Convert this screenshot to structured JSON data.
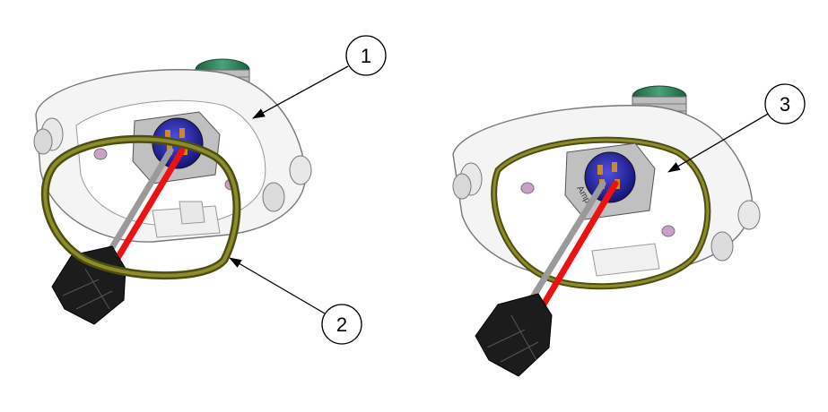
{
  "callouts": [
    {
      "id": "1",
      "label": "1"
    },
    {
      "id": "2",
      "label": "2"
    },
    {
      "id": "3",
      "label": "3"
    }
  ],
  "connector_marking": "Amph",
  "colors": {
    "housing": "#f2f2f2",
    "housing_stroke": "#777777",
    "gasket": "#6b6b1a",
    "gasket_highlight": "#a3a33a",
    "thread": "#2f7a55",
    "connector_face": "#2a2aa8",
    "pin": "#c98a2a",
    "wire_red": "#ee1111",
    "wire_gray": "#9a9a9a",
    "plug": "#1c1c1c",
    "pink": "#c8a0c8"
  }
}
